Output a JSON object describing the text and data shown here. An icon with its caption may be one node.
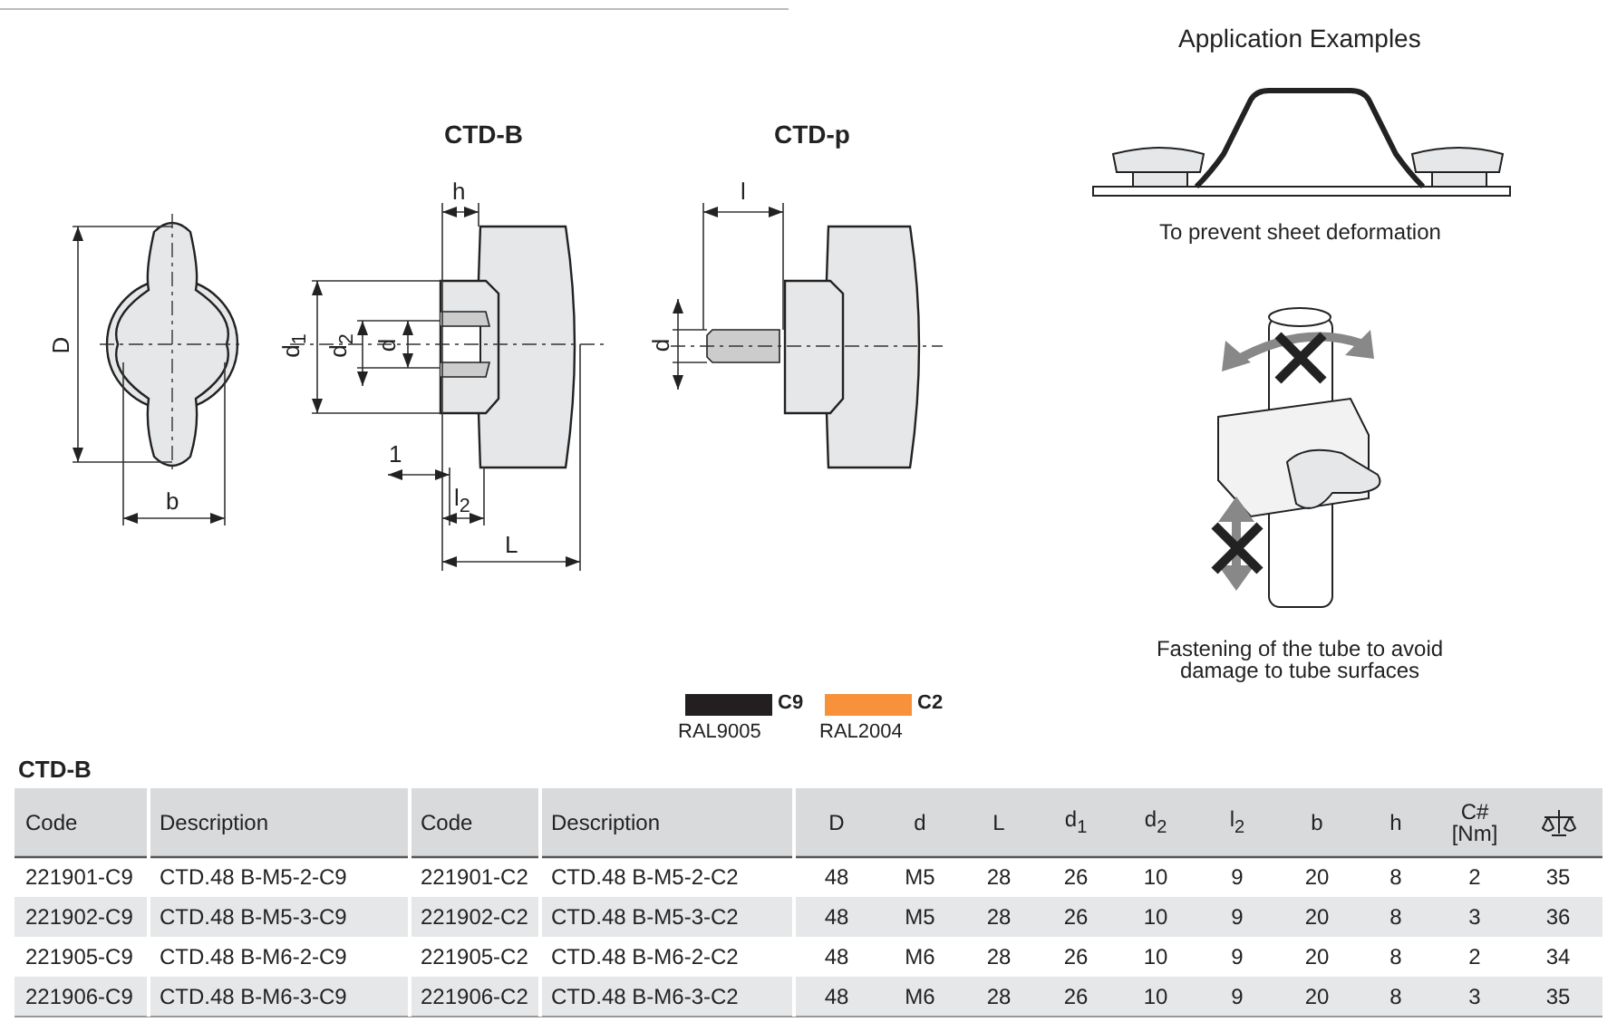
{
  "diagram": {
    "labels": [
      "CTD-B",
      "CTD-p",
      "Application Examples",
      "h",
      "D",
      "d$_{1}$",
      "d$_{2}$",
      "d",
      "1",
      "b",
      "l$_{2}$",
      "L",
      "l",
      "d",
      "To prevent sheet deformation",
      "Fastening of the tube to avoid damage to tube surfaces",
      "RAL9005",
      "RAL2004",
      "CTD-B",
      "Code",
      "Description",
      "Code",
      "Description",
      "D",
      "d",
      "L",
      "d$_{1}$",
      "d$_{2}$",
      "l$_{2}$",
      "b",
      "h",
      "C# [Nm]",
      "221901-C9",
      "CTD.48 B-M5-2-C9",
      "221901-C2",
      "CTD.48 B-M5-2-C2",
      "48",
      "M5",
      "28",
      "26",
      "10",
      "9",
      "20",
      "8",
      "2",
      "35",
      "221902-C9",
      "CTD.48 B-M5-3-C9",
      "221902-C2",
      "CTD.48 B-M5-3-C2",
      "48",
      "M5",
      "28",
      "26",
      "10",
      "9",
      "20",
      "8",
      "3",
      "36",
      "221905-C9",
      "CTD.48 B-M6-2-C9",
      "221905-C2",
      "CTD.48 B-M6-2-C2",
      "48",
      "M6",
      "28",
      "26",
      "10",
      "9",
      "20",
      "8",
      "2",
      "34",
      "221906-C9",
      "CTD.48 B-M6-3-C9",
      "221906-C2",
      "CTD.48 B-M6-3-C2",
      "48",
      "M6",
      "28",
      "26",
      "10",
      "9",
      "20",
      "8",
      "3",
      "35"
    ],
    "legend": [
      {
        "text": "C9",
        "color": "#231f20"
      },
      {
        "text": "C2",
        "color": "#f7923a"
      }
    ]
  }
}
